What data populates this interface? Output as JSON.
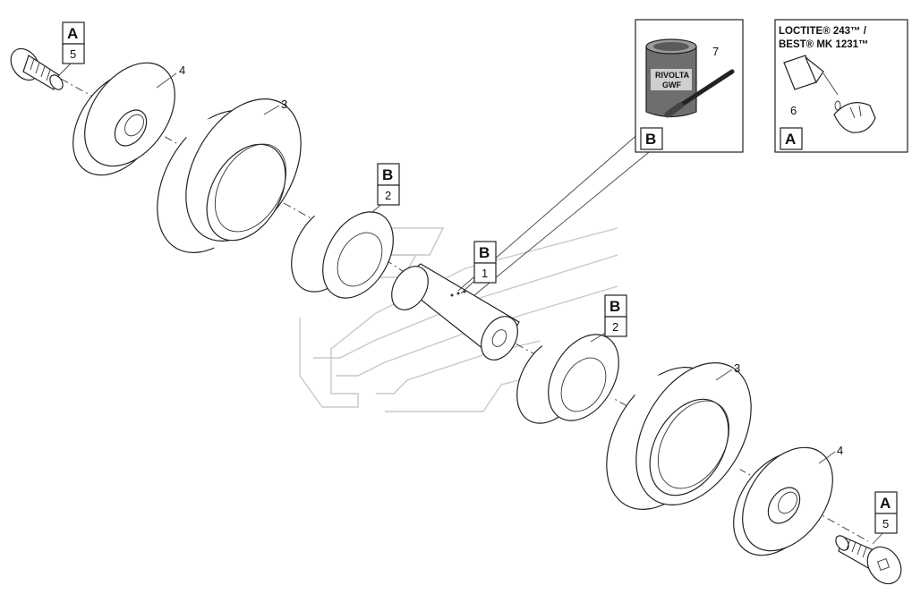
{
  "references": {
    "a_top_left": {
      "letter": "A",
      "num": "5"
    },
    "b_left": {
      "letter": "B",
      "num": "2"
    },
    "b_center": {
      "letter": "B",
      "num": "1"
    },
    "b_right": {
      "letter": "B",
      "num": "2"
    },
    "a_bot_right": {
      "letter": "A",
      "num": "5"
    }
  },
  "part_numbers": {
    "washer_left": "4",
    "bearing_left": "3",
    "bearing_right": "3",
    "washer_right": "4"
  },
  "grease_box": {
    "num": "7",
    "can_line1": "RIVOLTA",
    "can_line2": "GWF",
    "ref_letter": "B"
  },
  "loctite_box": {
    "line1": "LOCTITE® 243™ /",
    "line2": "BEST® MK 1231™",
    "num": "6",
    "ref_letter": "A"
  }
}
